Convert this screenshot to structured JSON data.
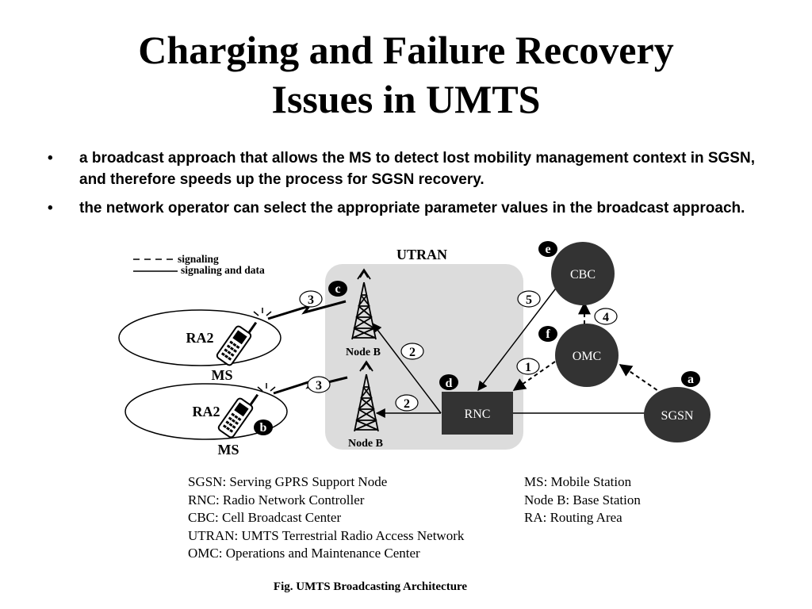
{
  "slide": {
    "title_line1": "Charging and Failure Recovery",
    "title_line2": "Issues in UMTS",
    "bullets": [
      "a broadcast approach that allows the MS to detect lost mobility management context in SGSN, and therefore speeds up the process for SGSN recovery.",
      "the network operator can select the appropriate parameter values in the broadcast approach."
    ],
    "bullet_glyph": "•"
  },
  "diagram": {
    "legend": {
      "dashed": "signaling",
      "solid": "signaling and data"
    },
    "utran_label": "UTRAN",
    "nodes": {
      "cbc": "CBC",
      "omc": "OMC",
      "rnc": "RNC",
      "sgsn": "SGSN",
      "nodeb_top": "Node B",
      "nodeb_bottom": "Node B",
      "ra_top": "RA2",
      "ra_bottom": "RA2",
      "ms_top": "MS",
      "ms_bottom": "MS"
    },
    "step_numbers": {
      "s1": "1",
      "s2a": "2",
      "s2b": "2",
      "s3a": "3",
      "s3b": "3",
      "s4": "4",
      "s5": "5"
    },
    "step_letters": {
      "a": "a",
      "b": "b",
      "c": "c",
      "d": "d",
      "e": "e",
      "f": "f"
    },
    "colors": {
      "node_fill": "#333333",
      "utran_fill": "#dcdcdc",
      "badge_fill": "#000000"
    }
  },
  "definitions": {
    "rows": [
      [
        "SGSN: Serving GPRS Support Node",
        "MS: Mobile Station"
      ],
      [
        "RNC: Radio Network Controller",
        "Node B: Base Station"
      ],
      [
        "CBC: Cell Broadcast Center",
        "RA: Routing Area"
      ],
      [
        "UTRAN: UMTS Terrestrial Radio Access Network",
        ""
      ],
      [
        "OMC: Operations and Maintenance Center",
        ""
      ]
    ]
  },
  "caption": "Fig. UMTS Broadcasting Architecture"
}
